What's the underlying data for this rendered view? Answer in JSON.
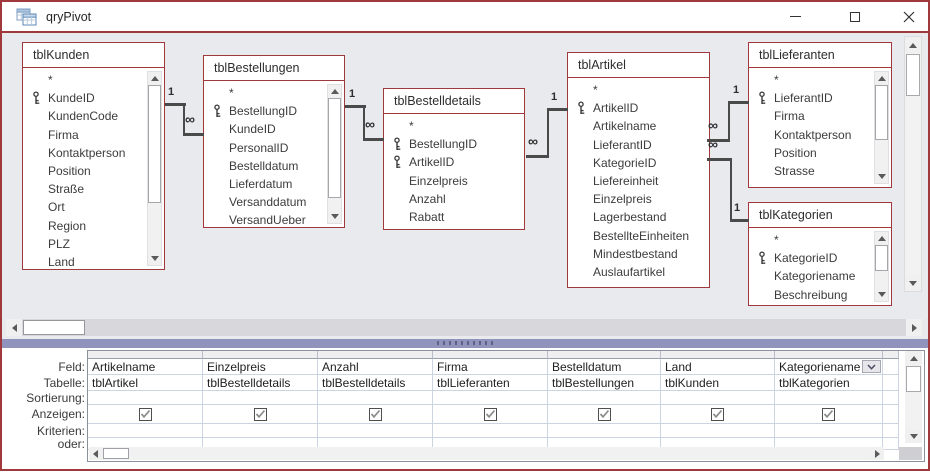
{
  "window": {
    "title": "qryPivot"
  },
  "colors": {
    "accent": "#A0393C",
    "pane_background": "#E9EAEE",
    "splitter": "#9093BC",
    "grid_line": "#CCD4E2",
    "join_line": "#4A4A4A"
  },
  "diagram": {
    "tables": [
      {
        "name": "tblKunden",
        "scrollbar": true,
        "fields": [
          {
            "label": "*",
            "key": false
          },
          {
            "label": "KundeID",
            "key": true
          },
          {
            "label": "KundenCode",
            "key": false
          },
          {
            "label": "Firma",
            "key": false
          },
          {
            "label": "Kontaktperson",
            "key": false
          },
          {
            "label": "Position",
            "key": false
          },
          {
            "label": "Straße",
            "key": false
          },
          {
            "label": "Ort",
            "key": false
          },
          {
            "label": "Region",
            "key": false
          },
          {
            "label": "PLZ",
            "key": false
          },
          {
            "label": "Land",
            "key": false
          }
        ]
      },
      {
        "name": "tblBestellungen",
        "scrollbar": true,
        "fields": [
          {
            "label": "*",
            "key": false
          },
          {
            "label": "BestellungID",
            "key": true
          },
          {
            "label": "KundeID",
            "key": false
          },
          {
            "label": "PersonalID",
            "key": false
          },
          {
            "label": "Bestelldatum",
            "key": false
          },
          {
            "label": "Lieferdatum",
            "key": false
          },
          {
            "label": "Versanddatum",
            "key": false
          },
          {
            "label": "VersandUeber",
            "key": false
          }
        ]
      },
      {
        "name": "tblBestelldetails",
        "scrollbar": false,
        "fields": [
          {
            "label": "*",
            "key": false
          },
          {
            "label": "BestellungID",
            "key": true
          },
          {
            "label": "ArtikelID",
            "key": true
          },
          {
            "label": "Einzelpreis",
            "key": false
          },
          {
            "label": "Anzahl",
            "key": false
          },
          {
            "label": "Rabatt",
            "key": false
          }
        ]
      },
      {
        "name": "tblArtikel",
        "scrollbar": false,
        "fields": [
          {
            "label": "*",
            "key": false
          },
          {
            "label": "ArtikelID",
            "key": true
          },
          {
            "label": "Artikelname",
            "key": false
          },
          {
            "label": "LieferantID",
            "key": false
          },
          {
            "label": "KategorieID",
            "key": false
          },
          {
            "label": "Liefereinheit",
            "key": false
          },
          {
            "label": "Einzelpreis",
            "key": false
          },
          {
            "label": "Lagerbestand",
            "key": false
          },
          {
            "label": "BestellteEinheiten",
            "key": false
          },
          {
            "label": "Mindestbestand",
            "key": false
          },
          {
            "label": "Auslaufartikel",
            "key": false
          }
        ]
      },
      {
        "name": "tblLieferanten",
        "scrollbar": true,
        "fields": [
          {
            "label": "*",
            "key": false
          },
          {
            "label": "LieferantID",
            "key": true
          },
          {
            "label": "Firma",
            "key": false
          },
          {
            "label": "Kontaktperson",
            "key": false
          },
          {
            "label": "Position",
            "key": false
          },
          {
            "label": "Strasse",
            "key": false
          }
        ]
      },
      {
        "name": "tblKategorien",
        "scrollbar": true,
        "fields": [
          {
            "label": "*",
            "key": false
          },
          {
            "label": "KategorieID",
            "key": true
          },
          {
            "label": "Kategoriename",
            "key": false
          },
          {
            "label": "Beschreibung",
            "key": false
          }
        ]
      }
    ],
    "joins": [
      {
        "from": "tblKunden",
        "to": "tblBestellungen",
        "one_label": "1",
        "many_label": "∞"
      },
      {
        "from": "tblBestellungen",
        "to": "tblBestelldetails",
        "one_label": "1",
        "many_label": "∞"
      },
      {
        "from": "tblArtikel",
        "to": "tblBestelldetails",
        "one_label": "1",
        "many_label": "∞"
      },
      {
        "from": "tblLieferanten",
        "to": "tblArtikel",
        "one_label": "1",
        "many_label": "∞"
      },
      {
        "from": "tblKategorien",
        "to": "tblArtikel",
        "one_label": "1",
        "many_label": "∞"
      }
    ]
  },
  "grid": {
    "row_labels": [
      "Feld:",
      "Tabelle:",
      "Sortierung:",
      "Anzeigen:",
      "Kriterien:",
      "oder:"
    ],
    "columns": [
      {
        "feld": "Artikelname",
        "tabelle": "tblArtikel",
        "anzeigen": true,
        "has_dropdown": false
      },
      {
        "feld": "Einzelpreis",
        "tabelle": "tblBestelldetails",
        "anzeigen": true,
        "has_dropdown": false
      },
      {
        "feld": "Anzahl",
        "tabelle": "tblBestelldetails",
        "anzeigen": true,
        "has_dropdown": false
      },
      {
        "feld": "Firma",
        "tabelle": "tblLieferanten",
        "anzeigen": true,
        "has_dropdown": false
      },
      {
        "feld": "Bestelldatum",
        "tabelle": "tblBestellungen",
        "anzeigen": true,
        "has_dropdown": false
      },
      {
        "feld": "Land",
        "tabelle": "tblKunden",
        "anzeigen": true,
        "has_dropdown": false
      },
      {
        "feld": "Kategoriename",
        "tabelle": "tblKategorien",
        "anzeigen": true,
        "has_dropdown": true
      }
    ]
  }
}
